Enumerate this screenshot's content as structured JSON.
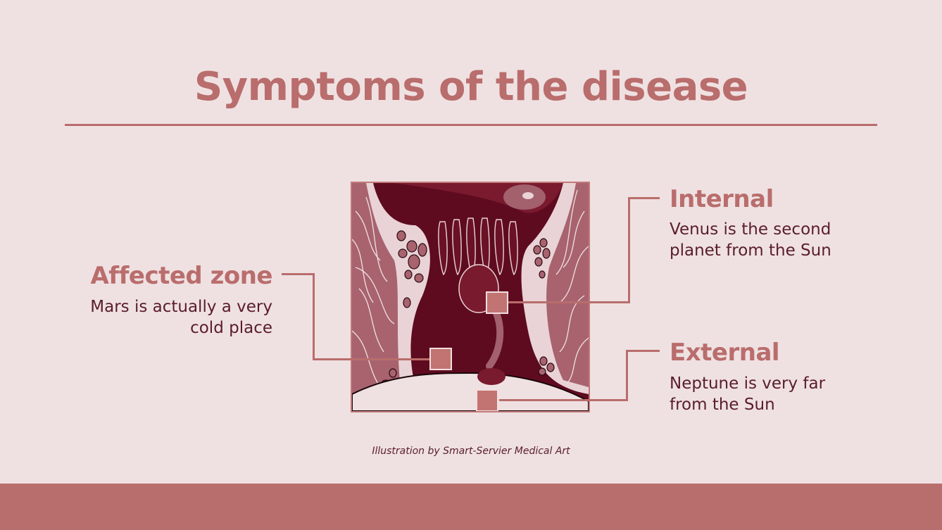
{
  "slide": {
    "title": "Symptoms of the disease",
    "caption": "Illustration by Smart-Servier Medical Art"
  },
  "callouts": {
    "affected": {
      "heading": "Affected zone",
      "description_line1": "Mars is actually a very",
      "description_line2": "cold place"
    },
    "internal": {
      "heading": "Internal",
      "description_line1": "Venus is the second",
      "description_line2": "planet from the Sun"
    },
    "external": {
      "heading": "External",
      "description_line1": "Neptune is very far",
      "description_line2": "from the Sun"
    }
  },
  "illustration": {
    "subject": "anatomical cross-section illustration"
  },
  "colors": {
    "background": "#efe1e2",
    "accent": "#b96d6c",
    "body_text": "#5a1d2a",
    "footer_band": "#b86e6d",
    "tissue_dark": "#5e0b1f"
  }
}
